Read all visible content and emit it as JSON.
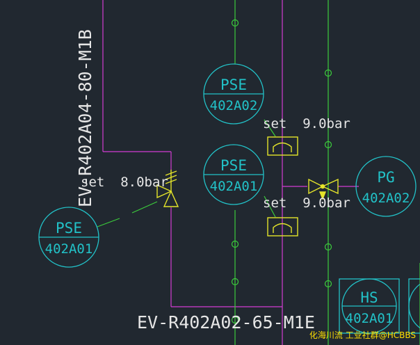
{
  "colors": {
    "background": "#212830",
    "process_line": "#d23cd2",
    "signal_line": "#3ccc3c",
    "instrument": "#22c2c8",
    "valve": "#e4e42a",
    "text": "#e6e6e6",
    "watermark": "#ffe000"
  },
  "lines": {
    "top_vertical_label": "EV-R402A04-80-M1B",
    "bottom_label": "EV-R402A02-65-M1E"
  },
  "instruments": [
    {
      "tag": "PSE",
      "number": "402A02"
    },
    {
      "tag": "PSE",
      "number": "402A01"
    },
    {
      "tag": "PSE",
      "number": "402A01"
    },
    {
      "tag": "PG",
      "number": "402A02"
    },
    {
      "tag": "HS",
      "number": "402A01"
    }
  ],
  "setpoints": {
    "rupture_disc_upper": "set  9.0bar",
    "rupture_disc_lower": "set  9.0bar",
    "relief_valve": "set  8.0bar"
  },
  "icons": [
    "rupture-disc-icon",
    "relief-valve-icon",
    "gate-valve-icon",
    "actuator-icon"
  ],
  "watermark": "化海川流 工业社群@HCBBS"
}
